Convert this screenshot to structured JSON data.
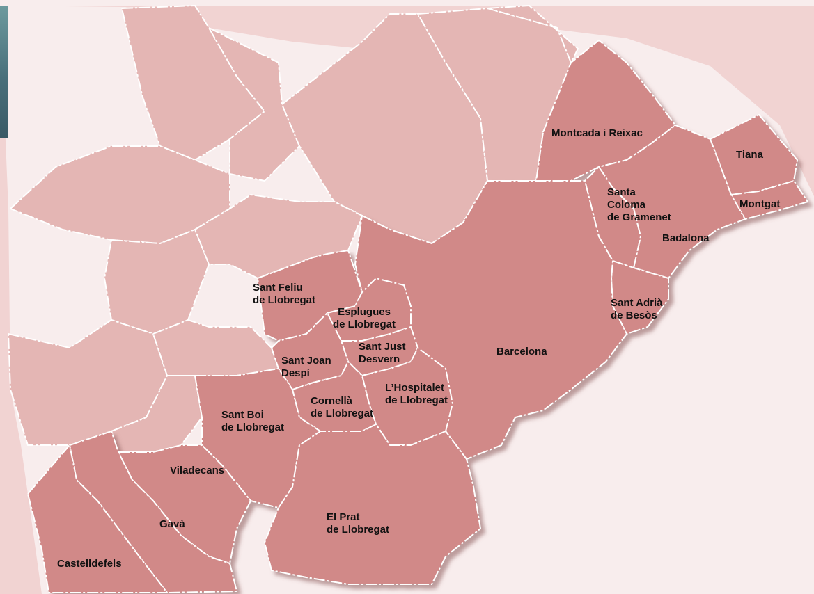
{
  "colors": {
    "top_bar": "#d06e6e",
    "sea": "#f8eded",
    "background_light": "#f1d3d2",
    "region_mid": "#e4b6b4",
    "region_highlight": "#d18988",
    "border": "#ffffff",
    "shadow": "#8a5a5a"
  },
  "municipalities": [
    {
      "id": "montcada-i-reixac",
      "label": "Montcada i Reixac"
    },
    {
      "id": "tiana",
      "label": "Tiana"
    },
    {
      "id": "montgat",
      "label": "Montgat"
    },
    {
      "id": "santa-coloma-de-gramenet",
      "label": "Santa\nColoma\nde Gramenet"
    },
    {
      "id": "badalona",
      "label": "Badalona"
    },
    {
      "id": "sant-adria-de-besos",
      "label": "Sant Adrià\nde Besòs"
    },
    {
      "id": "barcelona",
      "label": "Barcelona"
    },
    {
      "id": "sant-feliu-de-llobregat",
      "label": "Sant Feliu\nde Llobregat"
    },
    {
      "id": "esplugues-de-llobregat",
      "label": "Esplugues\nde Llobregat"
    },
    {
      "id": "sant-just-desvern",
      "label": "Sant Just\nDesvern"
    },
    {
      "id": "sant-joan-despi",
      "label": "Sant Joan\nDespí"
    },
    {
      "id": "lhospitalet-de-llobregat",
      "label": "L’Hospitalet\nde Llobregat"
    },
    {
      "id": "cornella-de-llobregat",
      "label": "Cornellà\nde Llobregat"
    },
    {
      "id": "sant-boi-de-llobregat",
      "label": "Sant Boi\nde Llobregat"
    },
    {
      "id": "viladecans",
      "label": "Viladecans"
    },
    {
      "id": "el-prat-de-llobregat",
      "label": "El Prat\nde Llobregat"
    },
    {
      "id": "gava",
      "label": "Gavà"
    },
    {
      "id": "castelldefels",
      "label": "Castelldefels"
    }
  ]
}
